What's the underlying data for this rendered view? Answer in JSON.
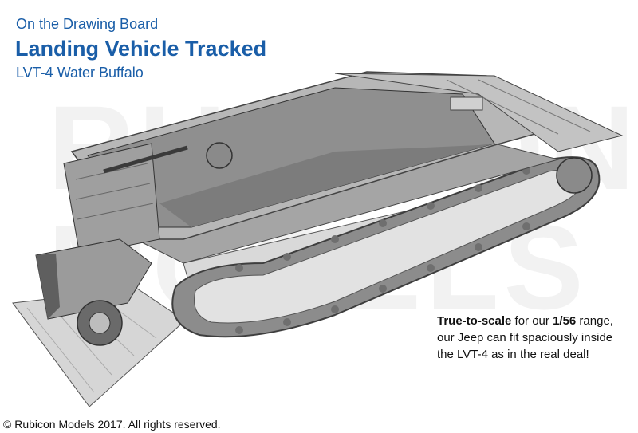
{
  "header": {
    "kicker": "On the Drawing Board",
    "title": "Landing Vehicle Tracked",
    "subtitle": "LVT-4 Water Buffalo"
  },
  "watermark": {
    "line1": "RUBICON",
    "line2": "MODELS"
  },
  "callout": {
    "emphasis": "True-to-scale",
    "text_a": " for our ",
    "scale": "1/56",
    "text_b": " range, our Jeep can fit spaciously inside the LVT-4 as in the real deal!"
  },
  "footer": {
    "copyright": "© Rubicon Models 2017. All rights reserved."
  },
  "colors": {
    "heading": "#1a5ea8",
    "hull": "#9a9a9a",
    "hull_light": "#c9c9c9",
    "track": "#808080"
  }
}
